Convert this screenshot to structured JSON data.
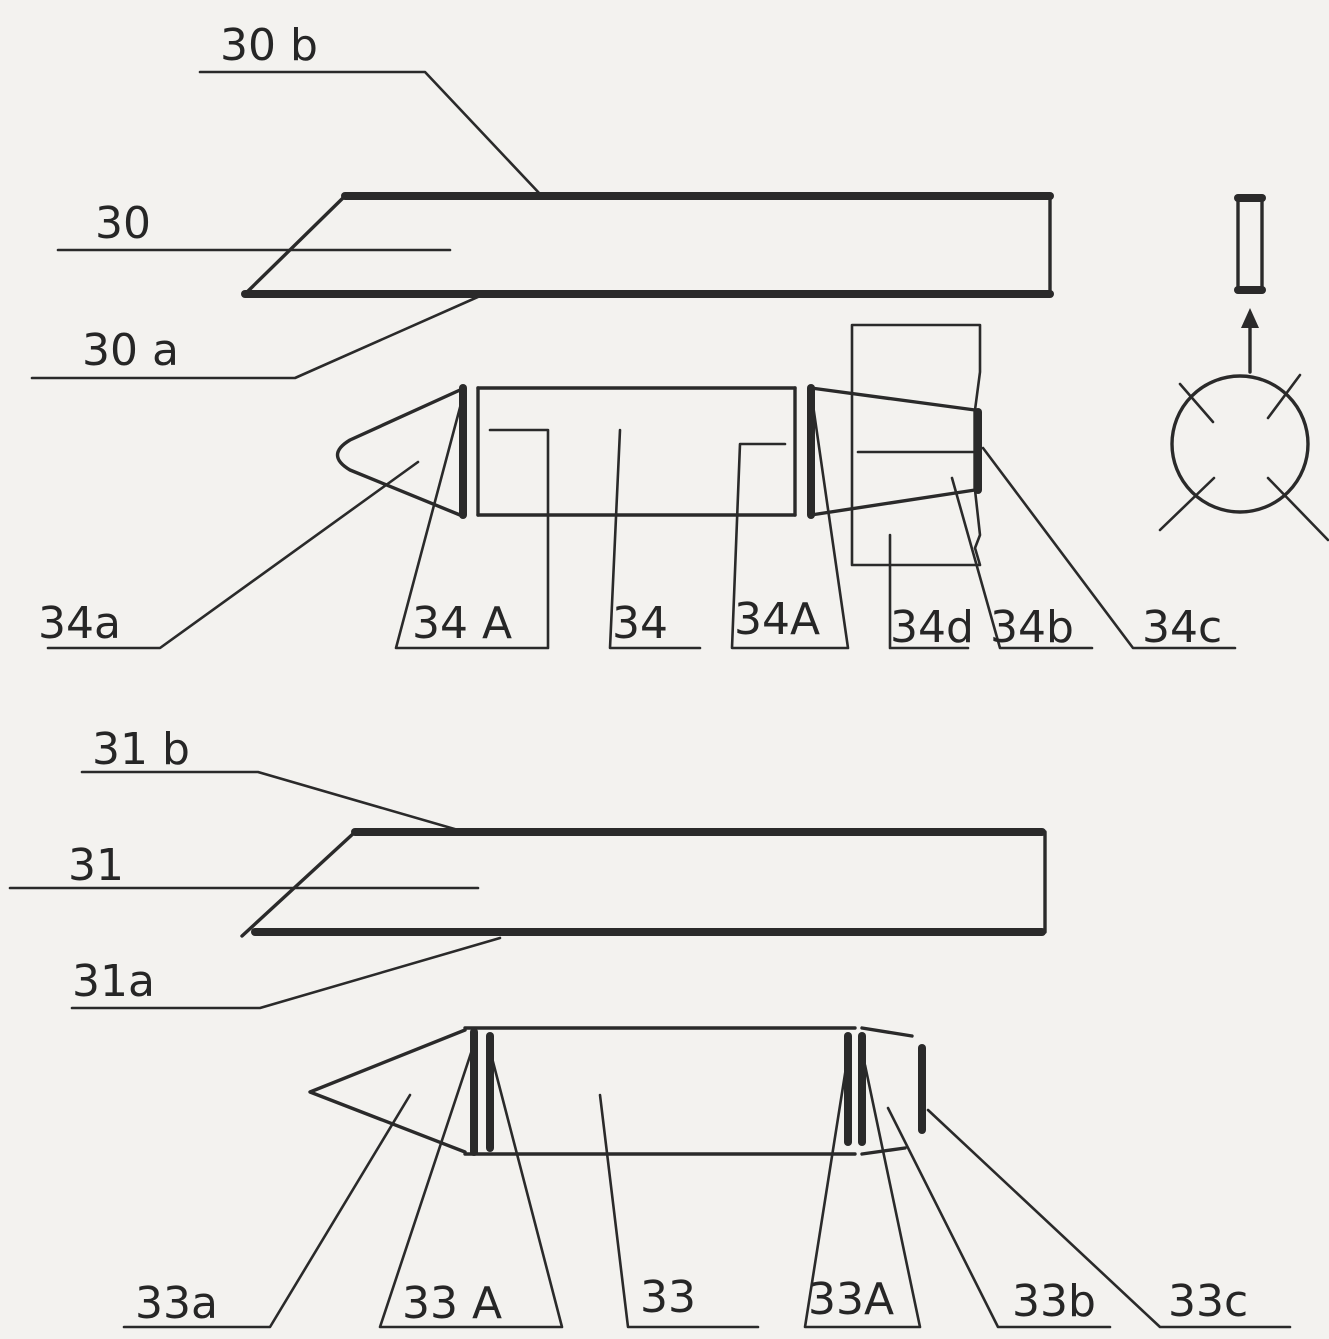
{
  "labels": {
    "l30b": "30 b",
    "l30": "30",
    "l30a": "30 a",
    "l34a": "34a",
    "l34A_1": "34 A",
    "l34": "34",
    "l34A_2": "34A",
    "l34d": "34d",
    "l34b": "34b",
    "l34c": "34c",
    "l31b": "31 b",
    "l31": "31",
    "l31a": "31a",
    "l33a": "33a",
    "l33A_1": "33 A",
    "l33": "33",
    "l33A_2": "33A",
    "l33b": "33b",
    "l33c": "33c"
  },
  "colors": {
    "ink": "#2a2a2a",
    "paper": "#f3f2ef"
  }
}
